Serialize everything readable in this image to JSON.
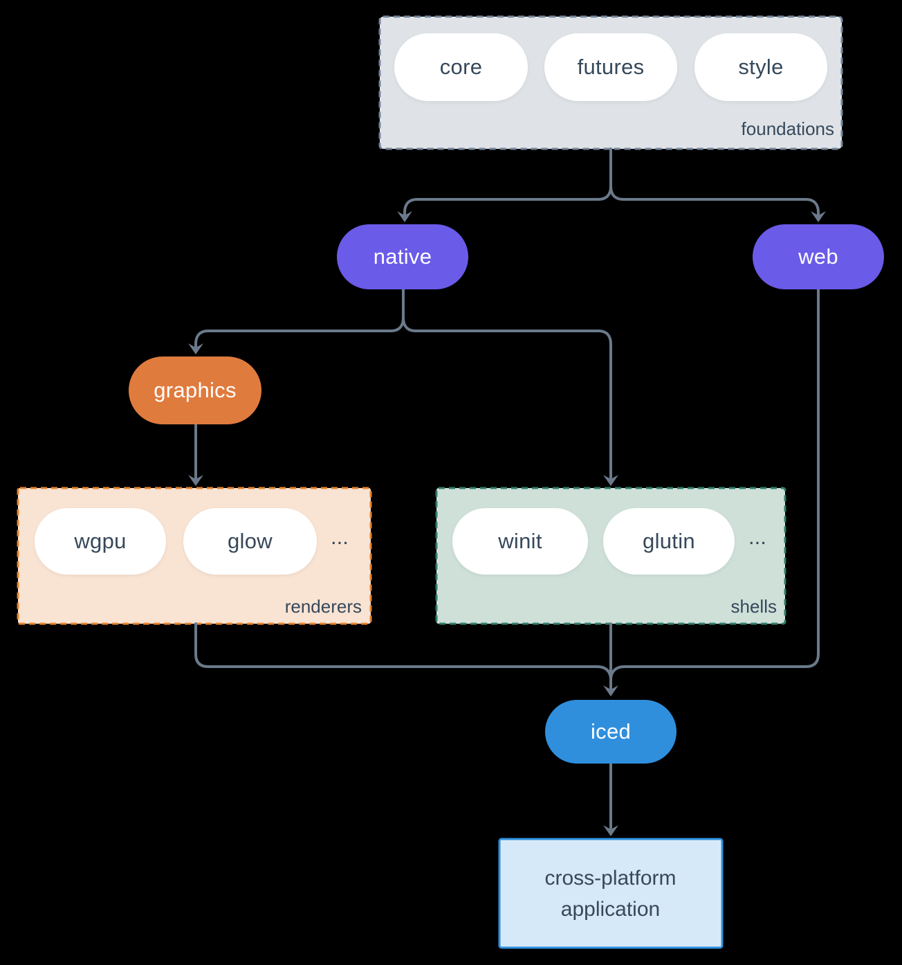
{
  "diagram": {
    "foundations": {
      "label": "foundations",
      "pills": [
        "core",
        "futures",
        "style"
      ]
    },
    "native": {
      "label": "native"
    },
    "web": {
      "label": "web"
    },
    "graphics": {
      "label": "graphics"
    },
    "renderers": {
      "label": "renderers",
      "pills": [
        "wgpu",
        "glow"
      ],
      "more": "..."
    },
    "shells": {
      "label": "shells",
      "pills": [
        "winit",
        "glutin"
      ],
      "more": "..."
    },
    "iced": {
      "label": "iced"
    },
    "application": {
      "label_line1": "cross-platform",
      "label_line2": "application"
    }
  },
  "colors": {
    "background": "#000000",
    "connector": "#6b7a8b",
    "purple": "#6a5be9",
    "orange": "#e07b3e",
    "blue": "#2f8fdd",
    "foundations_bg": "#dfe3e7",
    "foundations_border": "#74859a",
    "renderers_bg": "#f9e3d3",
    "renderers_border": "#e8842d",
    "shells_bg": "#cfe0d9",
    "shells_border": "#2f7e6b",
    "app_bg": "#d6e9f9",
    "app_border": "#2e8fdd",
    "pill_bg": "#ffffff",
    "text_dark": "#36485a",
    "text_light": "#ffffff"
  }
}
